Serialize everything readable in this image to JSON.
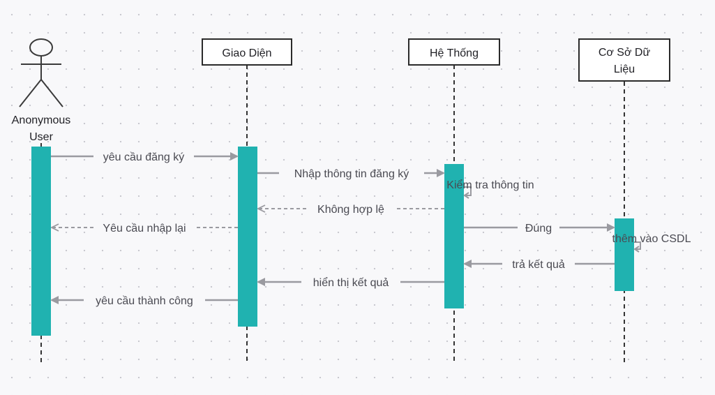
{
  "participants": {
    "actor": {
      "name_line1": "Anonymous",
      "name_line2": "User"
    },
    "ui": {
      "name": "Giao Diện"
    },
    "system": {
      "name": "Hệ Thống"
    },
    "db": {
      "name_line1": "Cơ Sở Dữ",
      "name_line2": "Liệu"
    }
  },
  "messages": {
    "m1": "yêu cầu đăng ký",
    "m2": "Nhập thông tin đăng ký",
    "m3": "Kiểm tra thông tin",
    "m4": "Không hợp lệ",
    "m5": "Yêu cầu nhập lại",
    "m6": "Đúng",
    "m7": "thêm vào CSDL",
    "m8": "trả kết quả",
    "m9": "hiển thị kết quả",
    "m10": "yêu cầu thành công"
  },
  "colors": {
    "activation": "#20b2b0",
    "arrow": "#9a9aa0",
    "lifeline": "#333333",
    "box_border": "#2a2a2a"
  }
}
